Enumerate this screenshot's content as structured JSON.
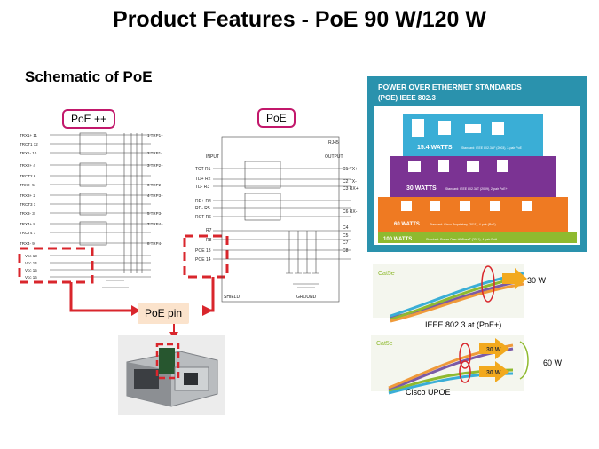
{
  "title": "Product Features - PoE 90 W/120 W",
  "subtitle": "Schematic of PoE",
  "callouts": {
    "poe_plus_plus": "PoE ++",
    "poe": "PoE",
    "poe_pin": "PoE pin"
  },
  "schematic_left": {
    "left_pins": [
      "TRX1+ 11",
      "TRCT1 12",
      "TRX1- 10",
      "TRX2+ 4",
      "TRCT2 6",
      "TRX2- 5",
      "TRX3+ 2",
      "TRCT3 1",
      "TRX3- 3",
      "TRX4+ 8",
      "TRCT4 7",
      "TRX4- 9"
    ],
    "vcc_pins": [
      "Vcc 13",
      "Vcc 14",
      "Vcc 15",
      "Vcc 16"
    ],
    "right_pins": [
      "1 TRP1+",
      "2 TRP1-",
      "3 TRP2+",
      "6 TRP2-",
      "4 TRP3+",
      "5 TRP3-",
      "7 TRP4+",
      "8 TRP4-"
    ]
  },
  "schematic_right": {
    "input_label": "INPUT",
    "output_label": "OUTPUT",
    "rj45_label": "RJ45",
    "left_pins": [
      "TCT R1",
      "TD+ R2",
      "TD- R3",
      "RD+ R4",
      "RD- R5",
      "RCT R6",
      "R7",
      "R8",
      "POE 13",
      "POE 14"
    ],
    "right_pins": [
      "C1 TX+",
      "C2 TX-",
      "C3 RX+",
      "C6 RX-",
      "C4",
      "C5",
      "C7",
      "C8"
    ],
    "shield_label": "SHIELD",
    "ground_label": "GROUND"
  },
  "poster": {
    "heading_line1": "POWER OVER ETHERNET STANDARDS",
    "heading_line2": "(POE) IEEE 802.3",
    "tiers": [
      {
        "watts": "15.4 WATTS",
        "desc": "Standard: IEEE 802.3AF (2003), 2-pair PoE"
      },
      {
        "watts": "30 WATTS",
        "desc": "Standard: IEEE 802.3AT (2009), 2-pair PoE+"
      },
      {
        "watts": "60 WATTS",
        "desc": "Standard: Cisco Proprietary (2011), 4-pair (PoE)"
      },
      {
        "watts": "100 WATTS",
        "desc": "Standard: Power Over HDBaseT (2011), 4-pair PoH"
      }
    ],
    "colors": {
      "bg": "#2a92ad",
      "tier1": "#3aaed6",
      "tier2": "#7b3393",
      "tier3": "#ef7a22",
      "tier4": "#8fba2f"
    }
  },
  "cable_top": {
    "cat_label": "Cat5e",
    "power": "30 W",
    "caption": "IEEE 802.3 at (PoE+)"
  },
  "cable_bottom": {
    "cat_label": "Cat5e",
    "power_a": "30 W",
    "power_b": "30 W",
    "total": "60 W",
    "caption": "Cisco UPOE"
  }
}
